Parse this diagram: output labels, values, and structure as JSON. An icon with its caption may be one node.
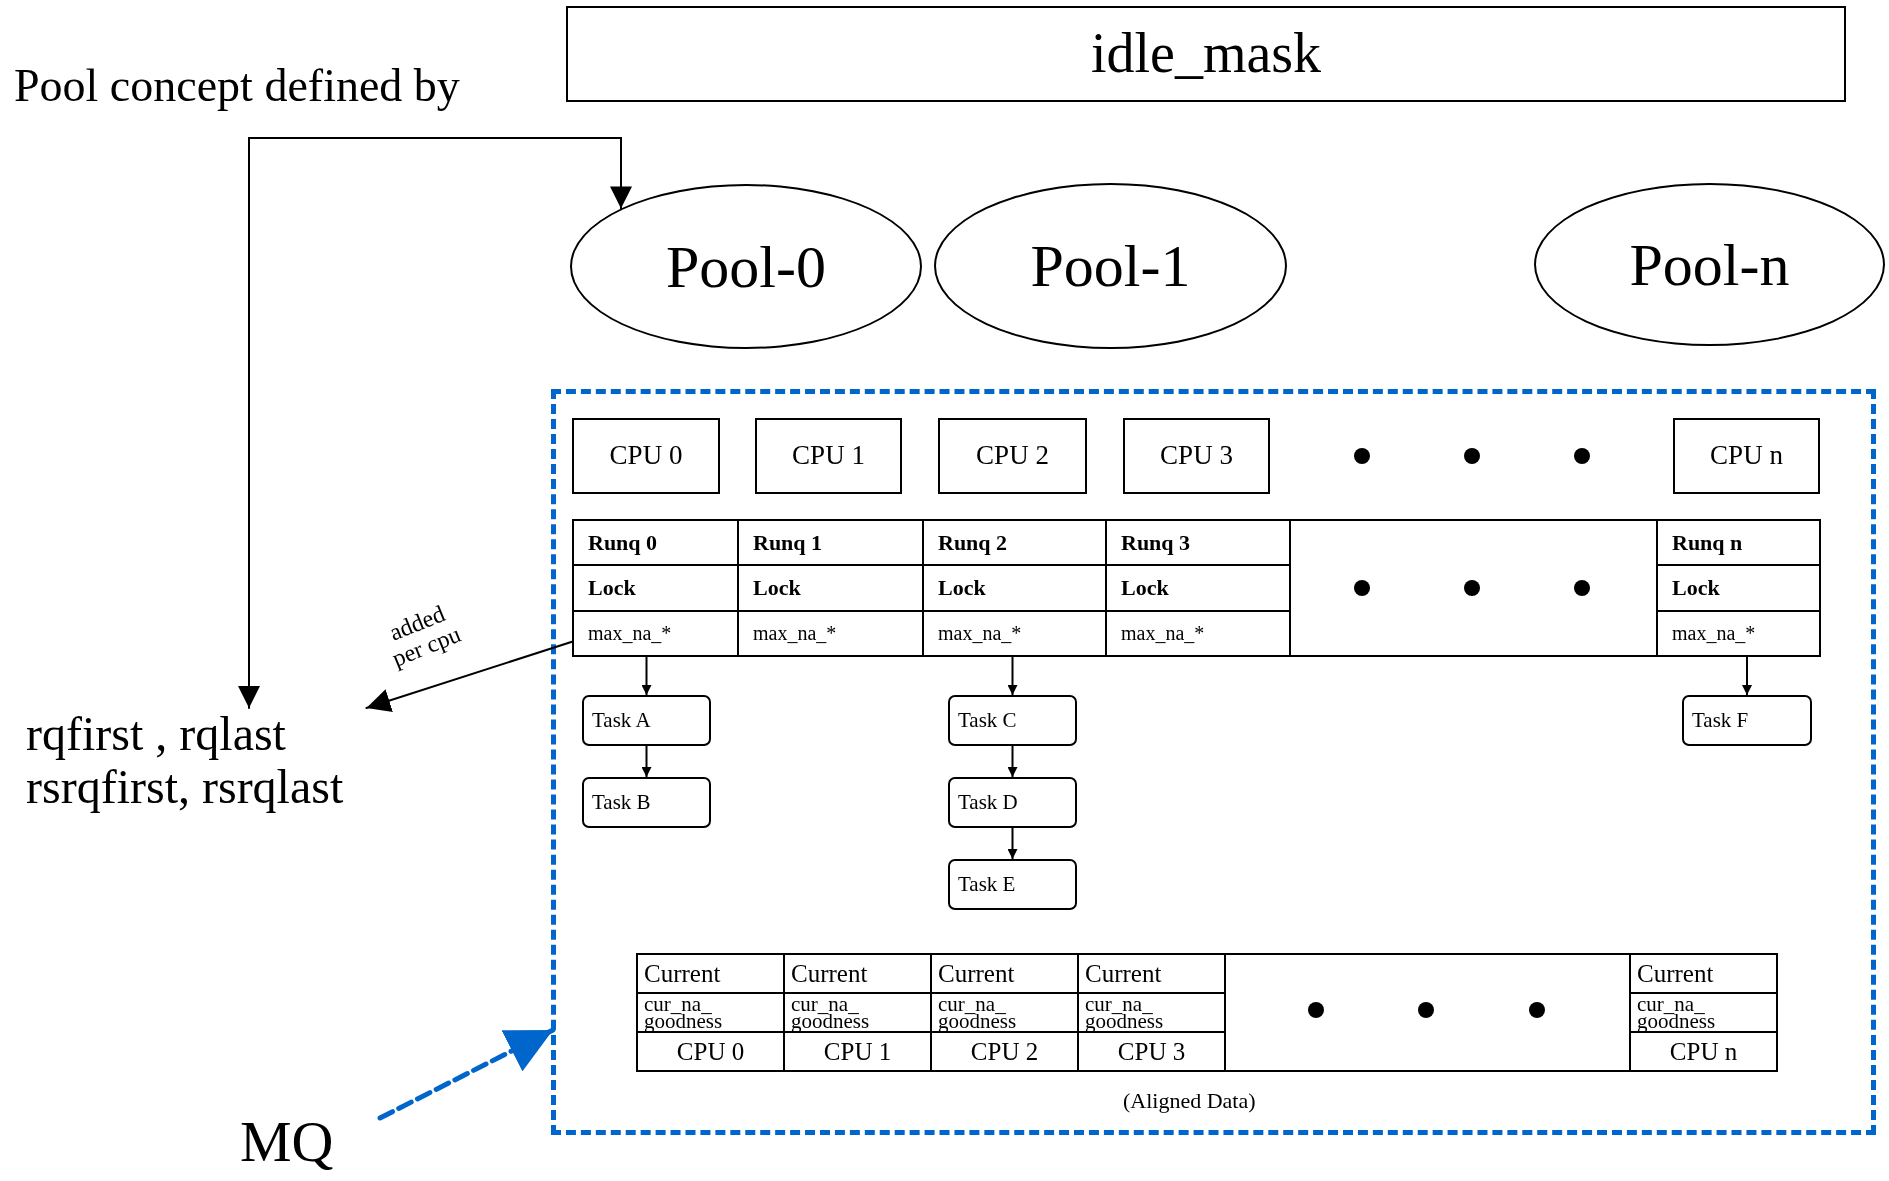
{
  "diagram": {
    "nodes": [
      {
        "text": [
          "idle_mask"
        ]
      },
      {
        "text": [
          "Pool-0"
        ]
      },
      {
        "text": [
          "Pool-1"
        ]
      },
      {
        "text": [
          "Pool-n"
        ]
      },
      {
        "text": [],
        "shape": "box"
      },
      {
        "text": [
          "CPU 0"
        ],
        "in": 4
      },
      {
        "text": [
          "CPU 1"
        ],
        "in": 4
      },
      {
        "text": [
          "CPU 2"
        ],
        "in": 4
      },
      {
        "text": [
          "CPU 3"
        ],
        "in": 4
      },
      {
        "text": [
          "CPU n"
        ],
        "in": 4
      },
      {
        "text": [
          "Runq 0",
          "Lock",
          "max_na_*"
        ],
        "in": 4
      },
      {
        "text": [
          "Runq 1",
          "Lock",
          "max_na_*"
        ],
        "in": 4
      },
      {
        "text": [
          "Runq 2",
          "Lock",
          "max_na_*"
        ],
        "in": 4
      },
      {
        "text": [
          "Runq 3",
          "Lock",
          "max_na_*"
        ],
        "in": 4
      },
      {
        "text": [
          "Runq n",
          "Lock",
          "max_na_*"
        ],
        "in": 4
      },
      {
        "text": [
          "Task A"
        ],
        "in": 4
      },
      {
        "text": [
          "Task B"
        ],
        "in": 4
      },
      {
        "text": [
          "Task C"
        ],
        "in": 4
      },
      {
        "text": [
          "Task D"
        ],
        "in": 4
      },
      {
        "text": [
          "Task E"
        ],
        "in": 4
      },
      {
        "text": [
          "Task F"
        ],
        "in": 4
      },
      {
        "text": [
          "Current",
          "cur_na_ goodness",
          "CPU 0"
        ],
        "in": 4
      },
      {
        "text": [
          "Current",
          "cur_na_ goodness",
          "CPU 1"
        ],
        "in": 4
      },
      {
        "text": [
          "Current",
          "cur_na_ goodness",
          "CPU 2"
        ],
        "in": 4
      },
      {
        "text": [
          "Current",
          "cur_na_ goodness",
          "CPU 3"
        ],
        "in": 4
      },
      {
        "text": [
          "Current",
          "cur_na_ goodness",
          "CPU n"
        ],
        "in": 4
      },
      {
        "text": [
          "rqfirst , rqlast",
          "rsrqfirst, rsrqlast"
        ]
      },
      {
        "text": [
          "MQ"
        ]
      }
    ],
    "edges": [
      {
        "from": 26,
        "to": 1,
        "arrow": "both",
        "label": "Pool concept defined by"
      },
      {
        "from": 10,
        "to": 26,
        "arrow": "to",
        "label": "added per cpu"
      },
      {
        "from": 10,
        "to": 15,
        "arrow": "to"
      },
      {
        "from": 15,
        "to": 16,
        "arrow": "to"
      },
      {
        "from": 12,
        "to": 17,
        "arrow": "to"
      },
      {
        "from": 17,
        "to": 18,
        "arrow": "to"
      },
      {
        "from": 18,
        "to": 19,
        "arrow": "to"
      },
      {
        "from": 14,
        "to": 20,
        "arrow": "to"
      },
      {
        "from": 27,
        "to": 4,
        "arrow": "to",
        "style": "dashed",
        "color": "#0066cc"
      }
    ],
    "labels": [
      "(Aligned Data)"
    ]
  }
}
